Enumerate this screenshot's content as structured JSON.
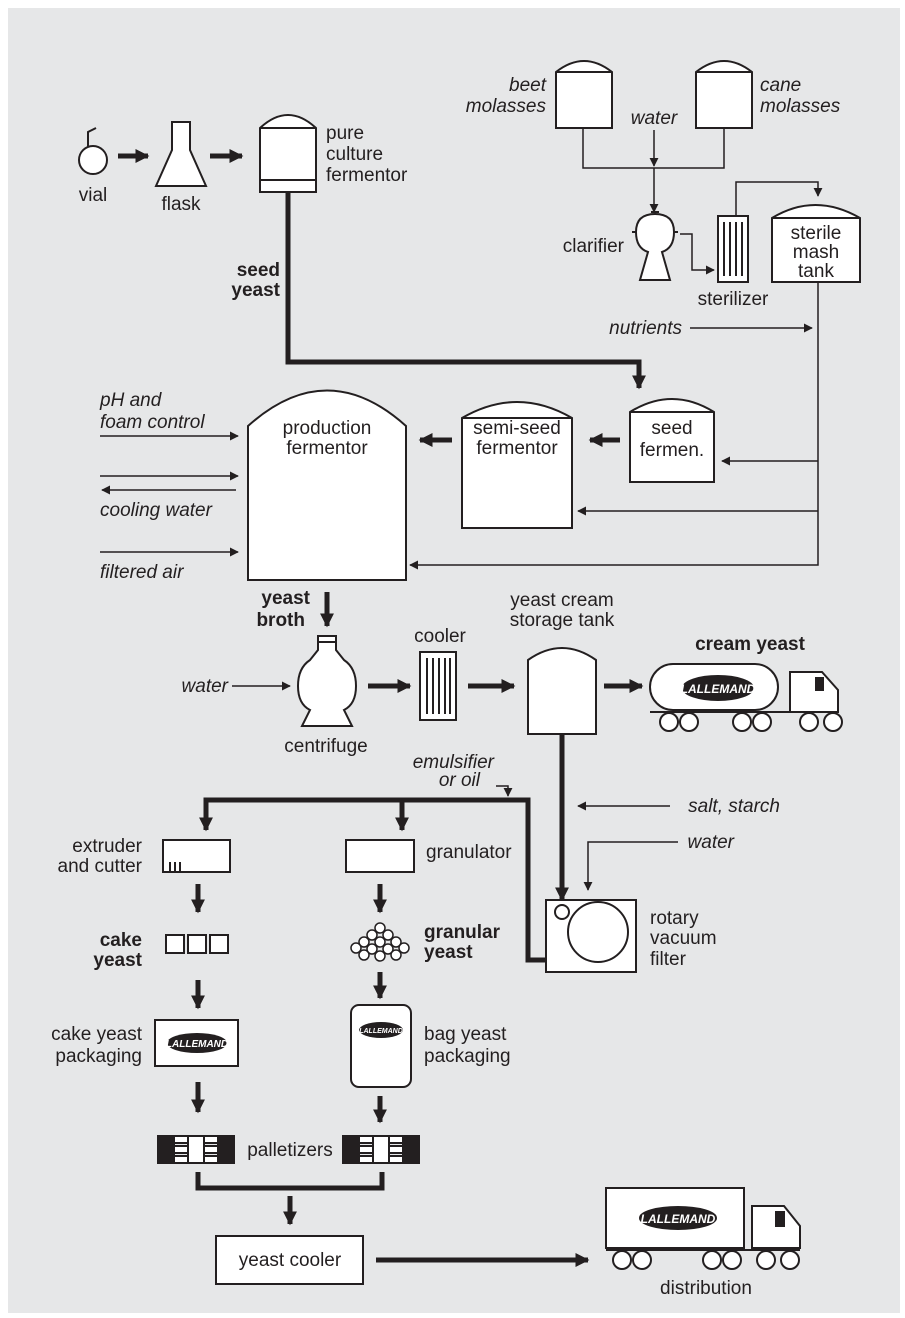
{
  "colors": {
    "background": "#e6e7e8",
    "ink": "#231f20",
    "white": "#ffffff"
  },
  "labels": {
    "vial": "vial",
    "flask": "flask",
    "pure_culture_fermentor": [
      "pure",
      "culture",
      "fermentor"
    ],
    "beet_molasses": [
      "beet",
      "molasses"
    ],
    "cane_molasses": [
      "cane",
      "molasses"
    ],
    "water_top": "water",
    "clarifier": "clarifier",
    "sterilizer": "sterilizer",
    "sterile_mash_tank": [
      "sterile",
      "mash",
      "tank"
    ],
    "seed_yeast": [
      "seed",
      "yeast"
    ],
    "nutrients": "nutrients",
    "ph_foam": [
      "pH and",
      "foam control"
    ],
    "cooling_water": "cooling water",
    "filtered_air": "filtered air",
    "production_fermentor": [
      "production",
      "fermentor"
    ],
    "semi_seed_fermentor": [
      "semi-seed",
      "fermentor"
    ],
    "seed_fermen": [
      "seed",
      "fermen."
    ],
    "yeast_broth": [
      "yeast",
      "broth"
    ],
    "water_centrifuge": "water",
    "centrifuge": "centrifuge",
    "cooler": "cooler",
    "cream_storage": [
      "yeast cream",
      "storage tank"
    ],
    "cream_yeast": "cream yeast",
    "emulsifier": [
      "emulsifier",
      "or oil"
    ],
    "salt_starch": "salt, starch",
    "water_filter": "water",
    "extruder": [
      "extruder",
      "and cutter"
    ],
    "granulator": "granulator",
    "rotary_vacuum_filter": [
      "rotary",
      "vacuum",
      "filter"
    ],
    "cake_yeast": [
      "cake",
      "yeast"
    ],
    "granular_yeast": [
      "granular",
      "yeast"
    ],
    "cake_packaging": [
      "cake yeast",
      "packaging"
    ],
    "bag_packaging": [
      "bag yeast",
      "packaging"
    ],
    "palletizers": "palletizers",
    "yeast_cooler": "yeast cooler",
    "distribution": "distribution"
  },
  "logo_text": "LALLEMAND"
}
